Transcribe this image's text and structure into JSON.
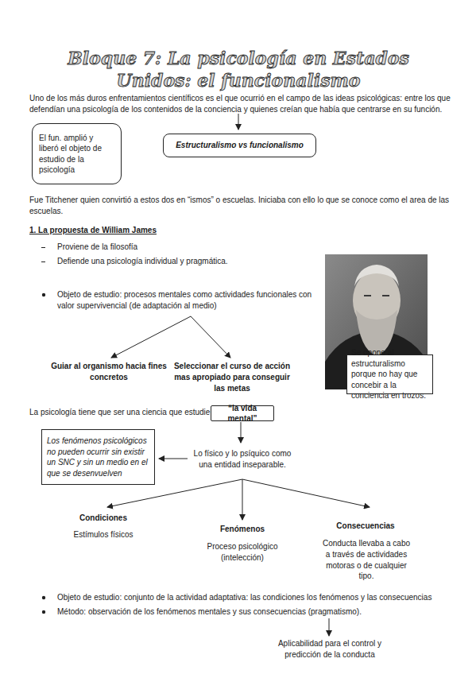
{
  "diagram": {
    "title": "Bloque 7: La psicología en Estados Unidos: el funcionalismo",
    "nodes": [
      {
        "text": [
          "El fun. amplió y liberó el objeto de estudio de la psicología"
        ]
      },
      {
        "text": [
          "Estructuralismo vs funcionalismo"
        ]
      },
      {
        "text": [
          "Se opone al estructuralismo porque no hay que concebir a la conciencia en trozos."
        ]
      },
      {
        "text": [
          "“la vida mental”"
        ]
      },
      {
        "text": [
          "Los fenómenos psicológicos no pueden ocurrir sin existir un SNC y sin un medio en el que se desenvuelven"
        ]
      }
    ],
    "labels": [
      "Uno de los más duros enfrentamientos científicos es el que ocurrió en el campo de las ideas psicológicas: entre los que defendían una psicología de los contenidos de la conciencia y quienes creían que había que centrarse en su función.",
      "Fue Titchener quien convirtió a estos dos en “ismos” o escuelas. Iniciaba con ello lo que se conoce como el area de las escuelas.",
      "1. La propuesta de William James",
      "Proviene de la filosofía",
      "Defiende una psicología individual y pragmática.",
      "Objeto de estudio: procesos mentales como actividades funcionales con valor supervivencial (de adaptación al medio)",
      "Guiar al organismo hacia fines concretos",
      "Seleccionar el curso de acción mas apropiado para conseguir las metas",
      "La psicología tiene que ser una ciencia que estudie",
      "Lo físico y lo psíquico como una entidad inseparable.",
      "Condiciones",
      "Estímulos físicos",
      "Fenómenos",
      "Proceso psicológico (intelección)",
      "Consecuencias",
      "Conducta llevaba a cabo a través de actividades motoras o de cualquier tipo.",
      "Objeto de estudio: conjunto de la actividad adaptativa: las condiciones los fenómenos y las consecuencias",
      "Método: observación de los fenómenos mentales y sus consecuencias (pragmatismo).",
      "Aplicabilidad para el control y predicción de la conducta"
    ]
  }
}
